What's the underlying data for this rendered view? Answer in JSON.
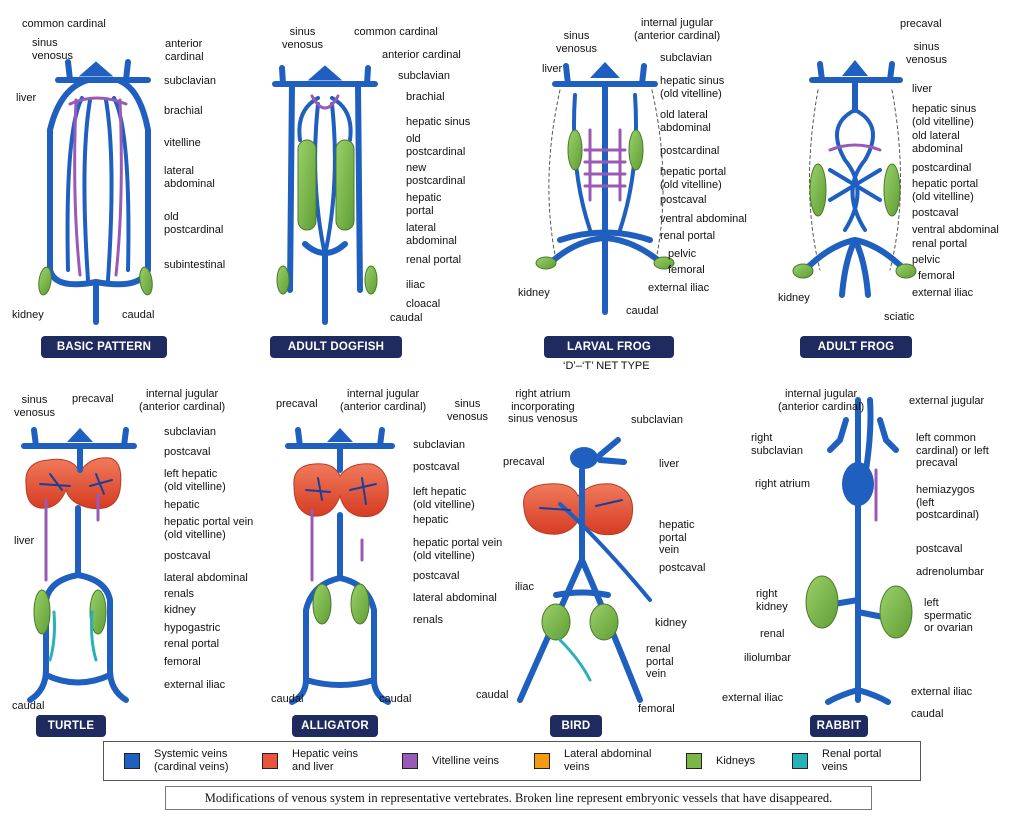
{
  "panels": [
    {
      "title": "BASIC PATTERN",
      "labels": [
        "common cardinal",
        "sinus\nvenosus",
        "anterior\ncardinal",
        "subclavian",
        "liver",
        "brachial",
        "vitelline",
        "lateral\nabdominal",
        "old\npostcardinal",
        "subintestinal",
        "kidney",
        "caudal"
      ]
    },
    {
      "title": "ADULT DOGFISH",
      "labels": [
        "sinus\nvenosus",
        "common cardinal",
        "anterior cardinal",
        "subclavian",
        "brachial",
        "hepatic sinus",
        "old\npostcardinal",
        "new\npostcardinal",
        "hepatic\nportal",
        "lateral\nabdominal",
        "renal portal",
        "iliac",
        "cloacal",
        "caudal"
      ]
    },
    {
      "title": "LARVAL FROG",
      "subtitle": "‘D’–‘T’ NET TYPE",
      "labels": [
        "sinus\nvenosus",
        "internal jugular\n(anterior cardinal)",
        "liver",
        "subclavian",
        "hepatic sinus\n(old vitelline)",
        "old lateral\nabdominal",
        "postcardinal",
        "hepatic portal\n(old vitelline)",
        "postcaval",
        "ventral abdominal",
        "renal portal",
        "pelvic",
        "femoral",
        "kidney",
        "external iliac",
        "caudal"
      ]
    },
    {
      "title": "ADULT FROG",
      "labels": [
        "precaval",
        "sinus\nvenosus",
        "liver",
        "hepatic sinus\n(old vitelline)",
        "old lateral\nabdominal",
        "postcardinal",
        "hepatic portal\n(old vitelline)",
        "postcaval",
        "ventral abdominal",
        "renal portal",
        "pelvic",
        "femoral",
        "kidney",
        "external iliac",
        "sciatic"
      ]
    },
    {
      "title": "TURTLE",
      "labels": [
        "sinus\nvenosus",
        "precaval",
        "internal jugular\n(anterior cardinal)",
        "subclavian",
        "postcaval",
        "left hepatic\n(old vitelline)",
        "hepatic",
        "liver",
        "hepatic portal vein\n(old vitelline)",
        "postcaval",
        "lateral abdominal",
        "renals",
        "kidney",
        "hypogastric",
        "renal portal",
        "femoral",
        "external iliac",
        "caudal"
      ]
    },
    {
      "title": "ALLIGATOR",
      "labels": [
        "precaval",
        "internal jugular\n(anterior cardinal)",
        "sinus\nvenosus",
        "subclavian",
        "postcaval",
        "left hepatic\n(old vitelline)",
        "hepatic",
        "hepatic portal vein\n(old vitelline)",
        "postcaval",
        "lateral abdominal",
        "renals",
        "caudal",
        "caudal"
      ]
    },
    {
      "title": "BIRD",
      "labels": [
        "right atrium\nincorporating\nsinus venosus",
        "subclavian",
        "precaval",
        "liver",
        "hepatic\nportal\nvein",
        "postcaval",
        "iliac",
        "kidney",
        "renal\nportal\nvein",
        "caudal",
        "femoral"
      ]
    },
    {
      "title": "RABBIT",
      "labels": [
        "internal jugular\n(anterior cardinal)",
        "external jugular",
        "right\nsubclavian",
        "left common\ncardinal) or left\nprecaval",
        "right atrium",
        "hemiazygos\n(left\npostcardinal)",
        "postcaval",
        "adrenolumbar",
        "right\nkidney",
        "left\nspermatic\nor ovarian",
        "renal",
        "iliolumbar",
        "external iliac",
        "external iliac",
        "caudal"
      ]
    }
  ],
  "legend": [
    {
      "label": "Systemic veins\n(cardinal veins)",
      "color": "#1f5fbf"
    },
    {
      "label": "Hepatic veins\nand liver",
      "color": "#e8553a"
    },
    {
      "label": "Vitelline veins",
      "color": "#9b59b6"
    },
    {
      "label": "Lateral abdominal\nveins",
      "color": "#f39c12"
    },
    {
      "label": "Kidneys",
      "color": "#7ab648"
    },
    {
      "label": "Renal portal\nveins",
      "color": "#2ab0b8"
    }
  ],
  "caption": "Modifications of venous system in representative vertebrates. Broken line represent embryonic vessels that have disappeared.",
  "colors": {
    "vein": "#1f5fbf",
    "vein_dark": "#163f8a",
    "liver": "#e8553a",
    "vitelline": "#9b59b6",
    "kidney": "#7ab648",
    "renal_portal": "#2ab0b8",
    "title_bg": "#1f2b5e"
  }
}
